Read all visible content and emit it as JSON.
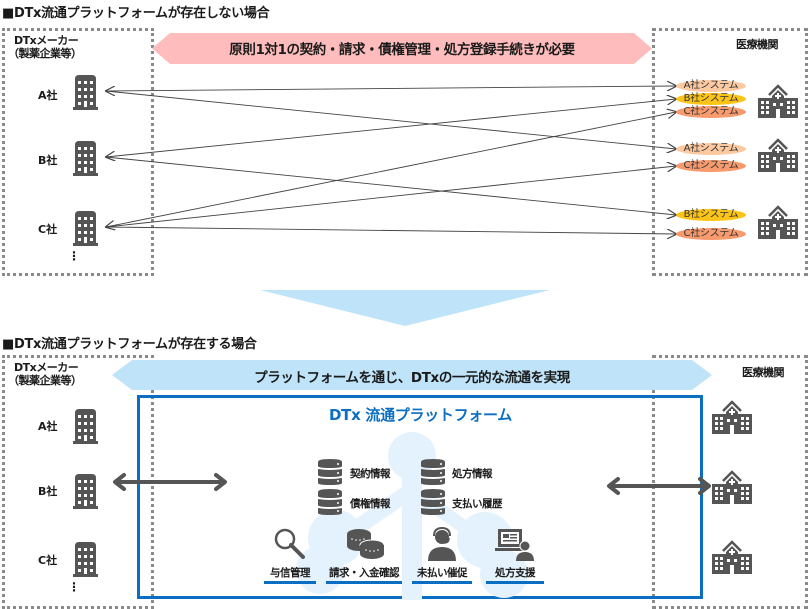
{
  "top_section": {
    "title": "■DTx流通プラットフォームが存在しない場合",
    "makers_label_line1": "DTxメーカー",
    "makers_label_line2": "（製薬企業等）",
    "companies": [
      "A社",
      "B社",
      "C社"
    ],
    "ellipsis": "⋮",
    "banner_text": "原則1対1の契約・請求・債権管理・処方登録手続きが必要",
    "banner_color": "#ffbcbc",
    "institutions_label": "医療機関",
    "hospital_groups": [
      {
        "systems": [
          {
            "label": "A社システム",
            "color": "#fcc9a0"
          },
          {
            "label": "B社システム",
            "color": "#fcc419"
          },
          {
            "label": "C社システム",
            "color": "#f79a6e"
          }
        ]
      },
      {
        "systems": [
          {
            "label": "A社システム",
            "color": "#fcc9a0"
          },
          {
            "label": "C社システム",
            "color": "#f79a6e"
          }
        ]
      },
      {
        "systems": [
          {
            "label": "B社システム",
            "color": "#fcc419"
          },
          {
            "label": "C社システム",
            "color": "#f79a6e"
          }
        ]
      }
    ]
  },
  "bottom_section": {
    "title": "■DTx流通プラットフォームが存在する場合",
    "makers_label_line1": "DTxメーカー",
    "makers_label_line2": "（製薬企業等）",
    "companies": [
      "A社",
      "B社",
      "C社"
    ],
    "ellipsis": "⋮",
    "banner_text": "プラットフォームを通じ、DTxの一元的な流通を実現",
    "banner_color": "#bfe3f8",
    "institutions_label": "医療機関",
    "platform": {
      "title": "DTx 流通プラットフォーム",
      "accent_color": "#0a6fc2",
      "databases": [
        "契約情報",
        "処方情報",
        "債権情報",
        "支払い履歴"
      ],
      "functions": [
        {
          "label": "与信管理",
          "icon": "magnifier-icon"
        },
        {
          "label": "請求・入金確認",
          "icon": "coins-icon"
        },
        {
          "label": "未払い催促",
          "icon": "operator-icon"
        },
        {
          "label": "処方支援",
          "icon": "computer-user-icon"
        }
      ]
    }
  }
}
